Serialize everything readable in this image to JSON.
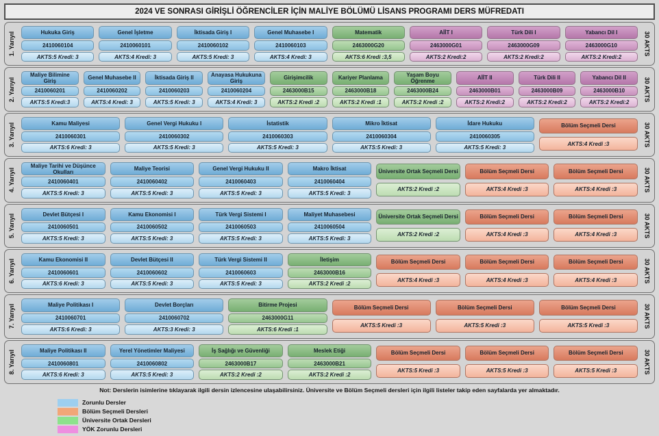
{
  "title": "2024 VE SONRASI GİRİŞLİ ÖĞRENCİLER İÇİN MALİYE BÖLÜMÜ LİSANS PROGRAMI DERS MÜFREDATI",
  "note": "Not: Derslerin isimlerine tıklayarak ilgili dersin izlencesine ulaşabilirsiniz. Üniversite ve Bölüm Seçmeli dersleri için ilgili listeler takip eden sayfalarda yer almaktadır.",
  "colors": {
    "zorunlu": "#9dcff0",
    "bolum_secmeli": "#f2a678",
    "universite_ortak": "#8de28d",
    "yok_zorunlu": "#ee8fe0"
  },
  "legend": [
    {
      "label": "Zorunlu Dersler",
      "color": "#9dcff0"
    },
    {
      "label": "Bölüm Seçmeli Dersleri",
      "color": "#f2a678"
    },
    {
      "label": "Üniversite Ortak Dersleri",
      "color": "#8de28d"
    },
    {
      "label": "YÖK Zorunlu Dersleri",
      "color": "#ee8fe0"
    }
  ],
  "semesters": [
    {
      "label": "1.  Yarıyıl",
      "akts_total": "30 AKTS",
      "courses": [
        {
          "name": "Hukuka Giriş",
          "code": "2410060104",
          "credit": "AKTS:5  Kredi: 3",
          "type": "blue"
        },
        {
          "name": "Genel İşletme",
          "code": "2410060101",
          "credit": "AKTS:4  Kredi: 3",
          "type": "blue"
        },
        {
          "name": "İktisada Giriş I",
          "code": "2410060102",
          "credit": "AKTS:5  Kredi: 3",
          "type": "blue"
        },
        {
          "name": "Genel Muhasebe I",
          "code": "2410060103",
          "credit": "AKTS:4  Kredi: 3",
          "type": "blue"
        },
        {
          "name": "Matematik",
          "code": "2463000G20",
          "credit": "AKTS:6    Kredi :3,5",
          "type": "green"
        },
        {
          "name": "AİİT I",
          "code": "2463000G01",
          "credit": "AKTS:2  Kredi:2",
          "type": "pink"
        },
        {
          "name": "Türk Dili I",
          "code": "2463000G09",
          "credit": "AKTS:2  Kredi:2",
          "type": "pink"
        },
        {
          "name": "Yabancı Dil I",
          "code": "2463000G10",
          "credit": "AKTS:2  Kredi:2",
          "type": "pink"
        }
      ]
    },
    {
      "label": "2.  Yarıyıl",
      "akts_total": "30 AKTS",
      "courses": [
        {
          "name": "Maliye Bilimine Giriş",
          "code": "2410060201",
          "credit": "AKTS:5  Kredi:3",
          "type": "blue"
        },
        {
          "name": "Genel Muhasebe II",
          "code": "2410060202",
          "credit": "AKTS:4  Kredi: 3",
          "type": "blue"
        },
        {
          "name": "İktisada Giriş II",
          "code": "2410060203",
          "credit": "AKTS:5 Kredi: 3",
          "type": "blue"
        },
        {
          "name": "Anayasa Hukukuna Giriş",
          "code": "2410060204",
          "credit": "AKTS:4  Kredi: 3",
          "type": "blue"
        },
        {
          "name": "Girişimcilik",
          "code": "2463000B15",
          "credit": "AKTS:2   Kredi :2",
          "type": "green"
        },
        {
          "name": "Kariyer Planlama",
          "code": "2463000B18",
          "credit": "AKTS:2   Kredi :1",
          "type": "green"
        },
        {
          "name": "Yaşam Boyu Öğrenme",
          "code": "2463000B24",
          "credit": "AKTS:2  Kredi :2",
          "type": "green"
        },
        {
          "name": "AİİT II",
          "code": "2463000B01",
          "credit": "AKTS:2  Kredi:2",
          "type": "pink"
        },
        {
          "name": "Türk Dili II",
          "code": "2463000B09",
          "credit": "AKTS:2  Kredi:2",
          "type": "pink"
        },
        {
          "name": "Yabancı Dil II",
          "code": "2463000B10",
          "credit": "AKTS:2  Kredi:2",
          "type": "pink"
        }
      ]
    },
    {
      "label": "3.  Yarıyıl",
      "akts_total": "30 AKTS",
      "courses": [
        {
          "name": "Kamu Maliyesi",
          "code": "2410060301",
          "credit": "AKTS:6  Kredi: 3",
          "type": "blue"
        },
        {
          "name": "Genel Vergi Hukuku I",
          "code": "2410060302",
          "credit": "AKTS:5  Kredi: 3",
          "type": "blue"
        },
        {
          "name": "İstatistik",
          "code": "2410060303",
          "credit": "AKTS:5  Kredi: 3",
          "type": "blue"
        },
        {
          "name": "Mikro İktisat",
          "code": "2410060304",
          "credit": "AKTS:5  Kredi: 3",
          "type": "blue"
        },
        {
          "name": "İdare Hukuku",
          "code": "2410060305",
          "credit": "AKTS:5  Kredi: 3",
          "type": "blue"
        },
        {
          "name": "Bölüm Seçmeli Dersi",
          "code": null,
          "credit": "AKTS:4  Kredi :3",
          "type": "salmon"
        }
      ]
    },
    {
      "label": "4.  Yarıyıl",
      "akts_total": "30 AKTS",
      "courses": [
        {
          "name": "Maliye Tarihi ve Düşünce Okulları",
          "code": "2410060401",
          "credit": "AKTS:5  Kredi: 3",
          "type": "blue"
        },
        {
          "name": "Maliye Teorisi",
          "code": "2410060402",
          "credit": "AKTS:5  Kredi: 3",
          "type": "blue"
        },
        {
          "name": "Genel Vergi Hukuku II",
          "code": "2410060403",
          "credit": "AKTS:5  Kredi: 3",
          "type": "blue"
        },
        {
          "name": "Makro İktisat",
          "code": "2410060404",
          "credit": "AKTS:5  Kredi: 3",
          "type": "blue"
        },
        {
          "name": "Üniversite Ortak Seçmeli Dersi",
          "code": null,
          "credit": "AKTS:2  Kredi :2",
          "type": "green"
        },
        {
          "name": "Bölüm Seçmeli Dersi",
          "code": null,
          "credit": "AKTS:4  Kredi :3",
          "type": "salmon"
        },
        {
          "name": "Bölüm Seçmeli Dersi",
          "code": null,
          "credit": "AKTS:4  Kredi :3",
          "type": "salmon"
        }
      ]
    },
    {
      "label": "5.  Yarıyıl",
      "akts_total": "30 AKTS",
      "courses": [
        {
          "name": "Devlet Bütçesi I",
          "code": "2410060501",
          "credit": "AKTS:5  Kredi: 3",
          "type": "blue"
        },
        {
          "name": "Kamu Ekonomisi I",
          "code": "2410060502",
          "credit": "AKTS:5  Kredi: 3",
          "type": "blue"
        },
        {
          "name": "Türk Vergi Sistemi I",
          "code": "2410060503",
          "credit": "AKTS:5  Kredi: 3",
          "type": "blue"
        },
        {
          "name": "Maliyet Muhasebesi",
          "code": "2410060504",
          "credit": "AKTS:5  Kredi: 3",
          "type": "blue"
        },
        {
          "name": "Üniversite  Ortak Seçmeli Dersi",
          "code": null,
          "credit": "AKTS:2  Kredi :2",
          "type": "green"
        },
        {
          "name": "Bölüm Seçmeli Dersi",
          "code": null,
          "credit": "AKTS:4  Kredi :3",
          "type": "salmon"
        },
        {
          "name": "Bölüm Seçmeli Dersi",
          "code": null,
          "credit": "AKTS:4  Kredi :3",
          "type": "salmon"
        }
      ]
    },
    {
      "label": "6.  Yarıyıl",
      "akts_total": "30 AKTS",
      "courses": [
        {
          "name": "Kamu Ekonomisi II",
          "code": "2410060601",
          "credit": "AKTS:6  Kredi: 3",
          "type": "blue"
        },
        {
          "name": "Devlet Bütçesi II",
          "code": "2410060602",
          "credit": "AKTS:5  Kredi: 3",
          "type": "blue"
        },
        {
          "name": "Türk Vergi Sistemi II",
          "code": "2410060603",
          "credit": "AKTS:5  Kredi: 3",
          "type": "blue"
        },
        {
          "name": "İletişim",
          "code": "2463000B16",
          "credit": "AKTS:2     Kredi :2",
          "type": "green"
        },
        {
          "name": "Bölüm Seçmeli Dersi",
          "code": null,
          "credit": "AKTS:4  Kredi :3",
          "type": "salmon"
        },
        {
          "name": "Bölüm Seçmeli Dersi",
          "code": null,
          "credit": "AKTS:4  Kredi :3",
          "type": "salmon"
        },
        {
          "name": "Bölüm Seçmeli Dersi",
          "code": null,
          "credit": "AKTS:4  Kredi :3",
          "type": "salmon"
        }
      ]
    },
    {
      "label": "7.  Yarıyıl",
      "akts_total": "30 AKTS",
      "courses": [
        {
          "name": "Maliye Politikası I",
          "code": "2410060701",
          "credit": "AKTS:6  Kredi: 3",
          "type": "blue"
        },
        {
          "name": "Devlet Borçları",
          "code": "2410060702",
          "credit": "AKTS:3  Kredi: 3",
          "type": "blue"
        },
        {
          "name": "Bitirme Projesi",
          "code": "2463000G11",
          "credit": "AKTS:6    Kredi :1",
          "type": "green"
        },
        {
          "name": "Bölüm Seçmeli Dersi",
          "code": null,
          "credit": "AKTS:5  Kredi :3",
          "type": "salmon"
        },
        {
          "name": "Bölüm Seçmeli Dersi",
          "code": null,
          "credit": "AKTS:5  Kredi :3",
          "type": "salmon"
        },
        {
          "name": "Bölüm Seçmeli Dersi",
          "code": null,
          "credit": "AKTS:5  Kredi :3",
          "type": "salmon"
        }
      ]
    },
    {
      "label": "8.  Yarıyıl",
      "akts_total": "30 AKTS",
      "courses": [
        {
          "name": "Maliye Politikası II",
          "code": "2410060801",
          "credit": "AKTS:6  Kredi: 3",
          "type": "blue"
        },
        {
          "name": "Yerel Yönetimler Maliyesi",
          "code": "2410060802",
          "credit": "AKTS:5  Kredi: 3",
          "type": "blue"
        },
        {
          "name": "İş Sağlığı ve Güvenliği",
          "code": "2463000B17",
          "credit": "AKTS:2    Kredi :2",
          "type": "green"
        },
        {
          "name": "Meslek Etiği",
          "code": "2463000B21",
          "credit": "AKTS:2    Kredi :2",
          "type": "green"
        },
        {
          "name": "Bölüm Seçmeli Dersi",
          "code": null,
          "credit": "AKTS:5  Kredi :3",
          "type": "salmon"
        },
        {
          "name": "Bölüm Seçmeli Dersi",
          "code": null,
          "credit": "AKTS:5  Kredi :3",
          "type": "salmon"
        },
        {
          "name": "Bölüm Seçmeli Dersi",
          "code": null,
          "credit": "AKTS:5  Kredi :3",
          "type": "salmon"
        }
      ]
    }
  ]
}
